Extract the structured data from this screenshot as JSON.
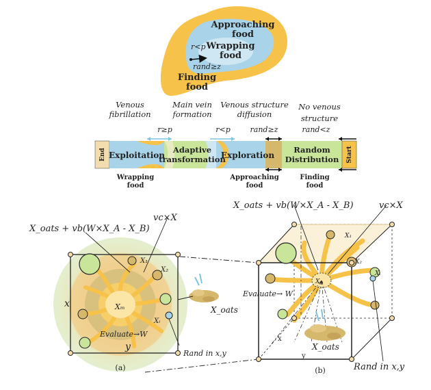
{
  "top": {
    "approaching_1": "Approaching",
    "approaching_2": "food",
    "wrapping_1": "Wrapping",
    "wrapping_2": "food",
    "finding_1": "Finding",
    "finding_2": "food",
    "r_lt_p": "r<p",
    "rand_ge_z": "rand≥z"
  },
  "stages": {
    "venous_fibrillation_1": "Venous",
    "venous_fibrillation_2": "fibrillation",
    "main_vein_1": "Main vein",
    "main_vein_2": "formation",
    "venous_structure_1": "Venous structure",
    "venous_structure_2": "diffusion",
    "no_venous_1": "No venous",
    "no_venous_2": "structure",
    "cond_r_ge_p": "r≥p",
    "cond_r_lt_p": "r<p",
    "cond_rand_ge_z": "rand≥z",
    "cond_rand_lt_z": "rand<z"
  },
  "bar": {
    "end": "End",
    "exploitation": "Exploitation",
    "adaptive_1": "Adaptive",
    "adaptive_2": "transformation",
    "exploration": "Exploration",
    "random_1": "Random",
    "random_2": "Distribution",
    "start": "Start",
    "wrapping_food_1": "Wrapping",
    "wrapping_food_2": "food",
    "approaching_food_1": "Approaching",
    "approaching_food_2": "food",
    "finding_food_1": "Finding",
    "finding_food_2": "food"
  },
  "panel_a": {
    "formula": "X_oats + vb(W×X_A - X_B)",
    "vcx": "vc×X",
    "x_axis": "x",
    "y_axis": "y",
    "x1": "X₁",
    "x2": "X₂",
    "xi": "Xᵢ",
    "xm": "Xₘ",
    "evaluate": "Evaluate→W",
    "xoats": "X_oats",
    "rand_in": "Rand in x,y",
    "label": "(a)"
  },
  "panel_b": {
    "formula": "X_oats + vb(W×X_A - X_B)",
    "vcx": "vc×X",
    "x1": "X₁",
    "x2": "X₂",
    "xi": "Xᵢ",
    "xm": "Xₘ",
    "evaluate": "Evaluate→ W",
    "xoats": "X_oats",
    "x_axis": "x",
    "y_axis": "y",
    "rand_in": "Rand in x,y",
    "label": "(b)"
  },
  "colors": {
    "yellow": "#f6c24a",
    "blue": "#a9d3e8",
    "green": "#c9e59a",
    "tan": "#d6b86c"
  }
}
